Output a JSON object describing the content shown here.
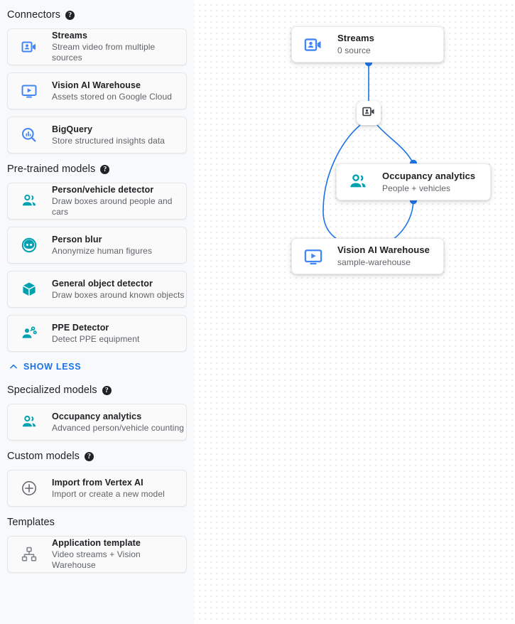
{
  "sidebar": {
    "sections": [
      {
        "title": "Connectors",
        "has_help": true,
        "items": [
          {
            "icon": "video-camera-icon",
            "title": "Streams",
            "subtitle": "Stream video from multiple sources",
            "color": "#4285f4"
          },
          {
            "icon": "video-monitor-icon",
            "title": "Vision AI Warehouse",
            "subtitle": "Assets stored on Google Cloud",
            "color": "#4285f4"
          },
          {
            "icon": "bigquery-search-icon",
            "title": "BigQuery",
            "subtitle": "Store structured insights data",
            "color": "#4285f4"
          }
        ]
      },
      {
        "title": "Pre-trained models",
        "has_help": true,
        "items": [
          {
            "icon": "people-detect-icon",
            "title": "Person/vehicle detector",
            "subtitle": "Draw boxes around people and cars",
            "color": "#00a1b0"
          },
          {
            "icon": "person-blur-icon",
            "title": "Person blur",
            "subtitle": "Anonymize human figures",
            "color": "#00a1b0"
          },
          {
            "icon": "cube-icon",
            "title": "General object detector",
            "subtitle": "Draw boxes around known objects",
            "color": "#00a1b0"
          },
          {
            "icon": "ppe-detector-icon",
            "title": "PPE Detector",
            "subtitle": "Detect PPE equipment",
            "color": "#00a1b0"
          }
        ],
        "show_less_label": "SHOW LESS"
      },
      {
        "title": "Specialized models",
        "has_help": true,
        "items": [
          {
            "icon": "occupancy-people-icon",
            "title": "Occupancy analytics",
            "subtitle": "Advanced person/vehicle counting",
            "color": "#00a1b0"
          }
        ]
      },
      {
        "title": "Custom models",
        "has_help": true,
        "items": [
          {
            "icon": "plus-circle-icon",
            "title": "Import from Vertex AI",
            "subtitle": "Import or create a new model",
            "color": "#5f6368"
          }
        ]
      },
      {
        "title": "Templates",
        "has_help": false,
        "items": [
          {
            "icon": "sitemap-icon",
            "title": "Application template",
            "subtitle": "Video streams + Vision Warehouse",
            "color": "#80868b"
          }
        ]
      }
    ]
  },
  "canvas": {
    "edge_color": "#1a73e8",
    "port_color": "#1a73e8",
    "nodes": {
      "streams": {
        "icon": "video-camera-icon",
        "title": "Streams",
        "subtitle": "0 source",
        "color": "#4285f4"
      },
      "occupancy": {
        "icon": "occupancy-people-icon",
        "title": "Occupancy analytics",
        "subtitle": "People + vehicles",
        "color": "#00a1b0"
      },
      "warehouse": {
        "icon": "video-monitor-icon",
        "title": "Vision AI Warehouse",
        "subtitle": "sample-warehouse",
        "color": "#4285f4"
      },
      "mini": {
        "icon": "video-camera-icon",
        "color": "#3c4043"
      }
    }
  }
}
